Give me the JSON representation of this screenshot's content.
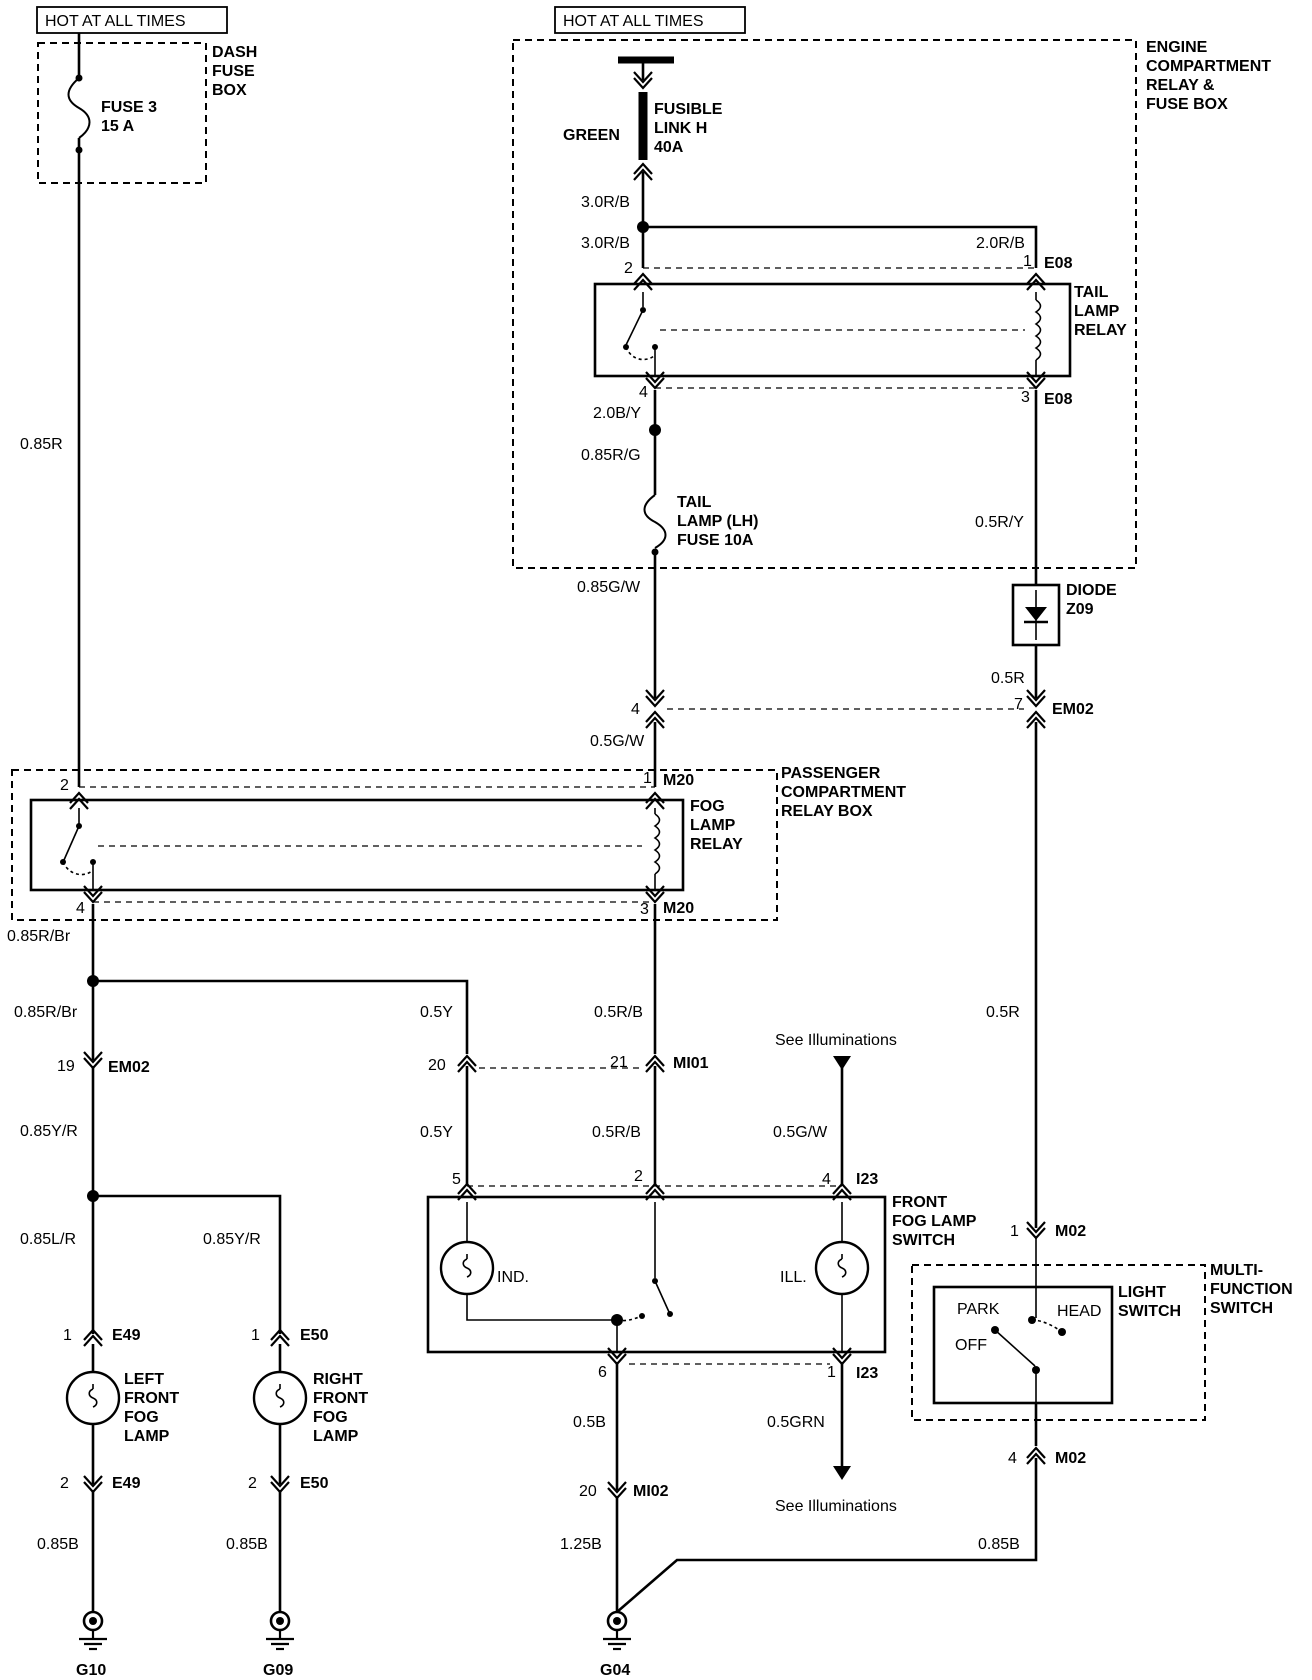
{
  "supplies": {
    "hot_left": "HOT AT ALL TIMES",
    "hot_right": "HOT AT ALL TIMES"
  },
  "dash_fuse_box": {
    "name": [
      "DASH",
      "FUSE",
      "BOX"
    ],
    "fuse": [
      "FUSE 3",
      "15 A"
    ]
  },
  "engine_box": {
    "name": [
      "ENGINE",
      "COMPARTMENT",
      "RELAY &",
      "FUSE BOX"
    ],
    "fusible_link": [
      "FUSIBLE",
      "LINK H",
      "40A"
    ],
    "fusible_color": "GREEN",
    "tail_relay": [
      "TAIL",
      "LAMP",
      "RELAY"
    ],
    "tail_fuse": [
      "TAIL",
      "LAMP (LH)",
      "FUSE 10A"
    ]
  },
  "diode": [
    "DIODE",
    "Z09"
  ],
  "passenger_box": {
    "name": [
      "PASSENGER",
      "COMPARTMENT",
      "RELAY BOX"
    ],
    "fog_relay": [
      "FOG",
      "LAMP",
      "RELAY"
    ]
  },
  "fog_switch": {
    "name": [
      "FRONT",
      "FOG LAMP",
      "SWITCH"
    ],
    "ind": "IND.",
    "ill": "ILL."
  },
  "multi_function": {
    "name": [
      "MULTI-",
      "FUNCTION",
      "SWITCH"
    ],
    "light_switch": [
      "LIGHT",
      "SWITCH"
    ],
    "park": "PARK",
    "head": "HEAD",
    "off": "OFF"
  },
  "lamps": {
    "left": [
      "LEFT",
      "FRONT",
      "FOG",
      "LAMP"
    ],
    "right": [
      "RIGHT",
      "FRONT",
      "FOG",
      "LAMP"
    ]
  },
  "illuminations": {
    "top": "See Illuminations",
    "bottom": "See Illuminations"
  },
  "wires": {
    "w085R": "0.85R",
    "w30RB_a": "3.0R/B",
    "w30RB_b": "3.0R/B",
    "w20RB": "2.0R/B",
    "w20BY": "2.0B/Y",
    "w085RG": "0.85R/G",
    "w05RY": "0.5R/Y",
    "w085GW": "0.85G/W",
    "w05R_a": "0.5R",
    "w05GW": "0.5G/W",
    "w085RBr_a": "0.85R/Br",
    "w085RBr_b": "0.85R/Br",
    "w05Y_a": "0.5Y",
    "w05RB_a": "0.5R/B",
    "w05R_b": "0.5R",
    "w085YR_a": "0.85Y/R",
    "w05Y_b": "0.5Y",
    "w05RB_b": "0.5R/B",
    "w05GW_b": "0.5G/W",
    "w085LR": "0.85L/R",
    "w085YR_b": "0.85Y/R",
    "w05B": "0.5B",
    "w05GRN": "0.5GRN",
    "w125B": "1.25B",
    "w085B_a": "0.85B",
    "w085B_b": "0.85B",
    "w085B_c": "0.85B"
  },
  "connectors": {
    "E08": "E08",
    "EM02": "EM02",
    "M20": "M20",
    "MI01": "MI01",
    "I23": "I23",
    "M02": "M02",
    "E49": "E49",
    "E50": "E50",
    "MI02": "MI02"
  },
  "pins": {
    "e08_2": "2",
    "e08_1": "1",
    "e08_4": "4",
    "e08_3": "3",
    "em02_4": "4",
    "em02_7": "7",
    "m20_2": "2",
    "m20_1": "1",
    "m20_4": "4",
    "m20_3": "3",
    "em02_19": "19",
    "mi01_20": "20",
    "mi01_21": "21",
    "i23_5": "5",
    "i23_2": "2",
    "i23_4": "4",
    "i23_6": "6",
    "i23_1": "1",
    "m02_1": "1",
    "m02_4": "4",
    "e49_1": "1",
    "e49_2": "2",
    "e50_1": "1",
    "e50_2": "2",
    "mi02_20": "20"
  },
  "grounds": {
    "g10": "G10",
    "g09": "G09",
    "g04": "G04"
  }
}
